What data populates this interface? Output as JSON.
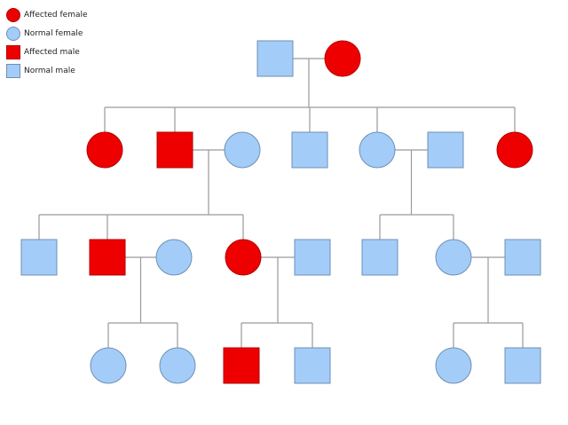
{
  "legend": [
    {
      "label": "Affected female",
      "sex": "female",
      "status": "affected"
    },
    {
      "label": "Normal female",
      "sex": "female",
      "status": "normal"
    },
    {
      "label": "Affected male",
      "sex": "male",
      "status": "affected"
    },
    {
      "label": "Normal male",
      "sex": "male",
      "status": "normal"
    }
  ],
  "colors": {
    "affected_fill": "#ee0000",
    "affected_stroke": "#b30000",
    "normal_fill": "#a3cdf8",
    "normal_stroke": "#6f8fb3",
    "line": "#9a9a9a"
  },
  "pedigree": {
    "generations": [
      {
        "name": "generation-1",
        "members": [
          {
            "id": "g1-father",
            "sex": "male",
            "status": "normal"
          },
          {
            "id": "g1-mother",
            "sex": "female",
            "status": "affected"
          }
        ]
      },
      {
        "name": "generation-2",
        "members": [
          {
            "id": "g2-daughter-1",
            "sex": "female",
            "status": "affected"
          },
          {
            "id": "g2-son-1",
            "sex": "male",
            "status": "affected"
          },
          {
            "id": "g2-son-1-wife",
            "sex": "female",
            "status": "normal"
          },
          {
            "id": "g2-son-2",
            "sex": "male",
            "status": "normal"
          },
          {
            "id": "g2-daughter-2",
            "sex": "female",
            "status": "normal"
          },
          {
            "id": "g2-daughter-2-husband",
            "sex": "male",
            "status": "normal"
          },
          {
            "id": "g2-daughter-3",
            "sex": "female",
            "status": "affected"
          }
        ]
      },
      {
        "name": "generation-3",
        "members": [
          {
            "id": "g3-son-a",
            "sex": "male",
            "status": "normal"
          },
          {
            "id": "g3-son-b",
            "sex": "male",
            "status": "affected"
          },
          {
            "id": "g3-son-b-wife",
            "sex": "female",
            "status": "normal"
          },
          {
            "id": "g3-daughter-c",
            "sex": "female",
            "status": "affected"
          },
          {
            "id": "g3-daughter-c-husband",
            "sex": "male",
            "status": "normal"
          },
          {
            "id": "g3-son-d",
            "sex": "male",
            "status": "normal"
          },
          {
            "id": "g3-daughter-e",
            "sex": "female",
            "status": "normal"
          },
          {
            "id": "g3-daughter-e-husband",
            "sex": "male",
            "status": "normal"
          }
        ]
      },
      {
        "name": "generation-4",
        "members": [
          {
            "id": "g4-daughter-1",
            "sex": "female",
            "status": "normal"
          },
          {
            "id": "g4-daughter-2",
            "sex": "female",
            "status": "normal"
          },
          {
            "id": "g4-son-3",
            "sex": "male",
            "status": "affected"
          },
          {
            "id": "g4-son-4",
            "sex": "male",
            "status": "normal"
          },
          {
            "id": "g4-daughter-5",
            "sex": "female",
            "status": "normal"
          },
          {
            "id": "g4-son-6",
            "sex": "male",
            "status": "normal"
          }
        ]
      }
    ],
    "families": [
      {
        "parents": [
          "g1-father",
          "g1-mother"
        ],
        "children": [
          "g2-daughter-1",
          "g2-son-1",
          "g2-son-2",
          "g2-daughter-2",
          "g2-daughter-3"
        ]
      },
      {
        "parents": [
          "g2-son-1",
          "g2-son-1-wife"
        ],
        "children": [
          "g3-son-a",
          "g3-son-b",
          "g3-daughter-c"
        ]
      },
      {
        "parents": [
          "g2-daughter-2",
          "g2-daughter-2-husband"
        ],
        "children": [
          "g3-son-d",
          "g3-daughter-e"
        ]
      },
      {
        "parents": [
          "g3-son-b",
          "g3-son-b-wife"
        ],
        "children": [
          "g4-daughter-1",
          "g4-daughter-2"
        ]
      },
      {
        "parents": [
          "g3-daughter-c",
          "g3-daughter-c-husband"
        ],
        "children": [
          "g4-son-3",
          "g4-son-4"
        ]
      },
      {
        "parents": [
          "g3-daughter-e",
          "g3-daughter-e-husband"
        ],
        "children": [
          "g4-daughter-5",
          "g4-son-6"
        ]
      }
    ]
  }
}
